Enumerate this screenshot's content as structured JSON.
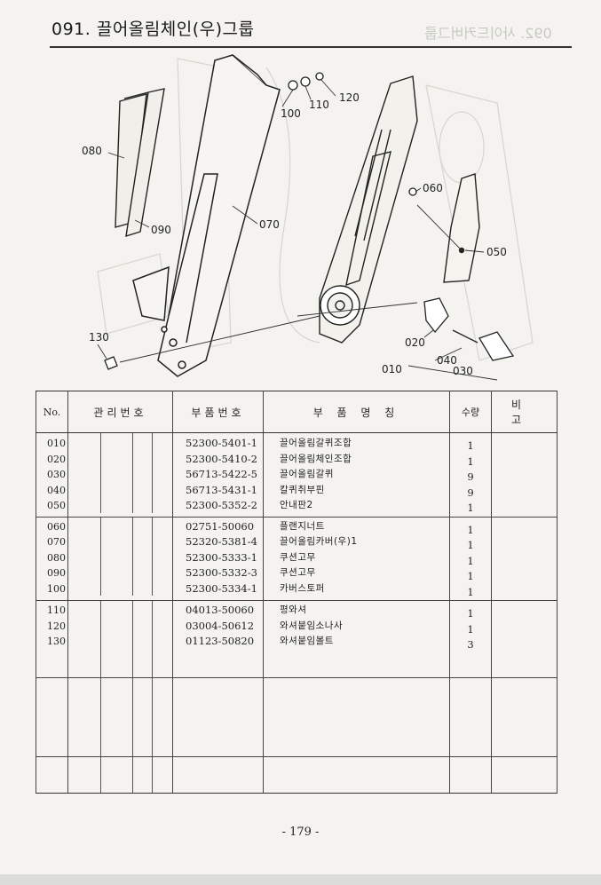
{
  "header": {
    "title": "091. 끌어올림체인(우)그룹",
    "ghost_title": "092. 사이드커버그룹"
  },
  "callouts": [
    "010",
    "020",
    "030",
    "040",
    "050",
    "060",
    "070",
    "080",
    "090",
    "100",
    "110",
    "120",
    "130"
  ],
  "table": {
    "headers": {
      "no": "No.",
      "mgmt": "관리번호",
      "code": "부품번호",
      "name": "부 품 명 칭",
      "qty": "수량",
      "note": "비 고"
    },
    "groups": [
      {
        "rows": [
          {
            "no": "010",
            "code": "52300-5401-1",
            "name": "끌어올림갈퀴조합",
            "qty": "1"
          },
          {
            "no": "020",
            "code": "52300-5410-2",
            "name": "끌어올림체인조합",
            "qty": "1"
          },
          {
            "no": "030",
            "code": "56713-5422-5",
            "name": "끌어올림갈퀴",
            "qty": "9"
          },
          {
            "no": "040",
            "code": "56713-5431-1",
            "name": "칼퀴취부핀",
            "qty": "9"
          },
          {
            "no": "050",
            "code": "52300-5352-2",
            "name": "안내판2",
            "qty": "1"
          }
        ]
      },
      {
        "rows": [
          {
            "no": "060",
            "code": "02751-50060",
            "name": "플랜지너트",
            "qty": "1"
          },
          {
            "no": "070",
            "code": "52320-5381-4",
            "name": "끌어올림카버(우)1",
            "qty": "1"
          },
          {
            "no": "080",
            "code": "52300-5333-1",
            "name": "쿠션고무",
            "qty": "1"
          },
          {
            "no": "090",
            "code": "52300-5332-3",
            "name": "쿠션고무",
            "qty": "1"
          },
          {
            "no": "100",
            "code": "52300-5334-1",
            "name": "카버스토퍼",
            "qty": "1"
          }
        ]
      },
      {
        "rows": [
          {
            "no": "110",
            "code": "04013-50060",
            "name": "평와셔",
            "qty": "1"
          },
          {
            "no": "120",
            "code": "03004-50612",
            "name": "와셔붙임소나사",
            "qty": "1"
          },
          {
            "no": "130",
            "code": "01123-50820",
            "name": "와셔붙임볼트",
            "qty": "3"
          }
        ]
      },
      {
        "rows": []
      },
      {
        "rows": []
      }
    ]
  },
  "footer": {
    "page_number": "- 179 -"
  }
}
